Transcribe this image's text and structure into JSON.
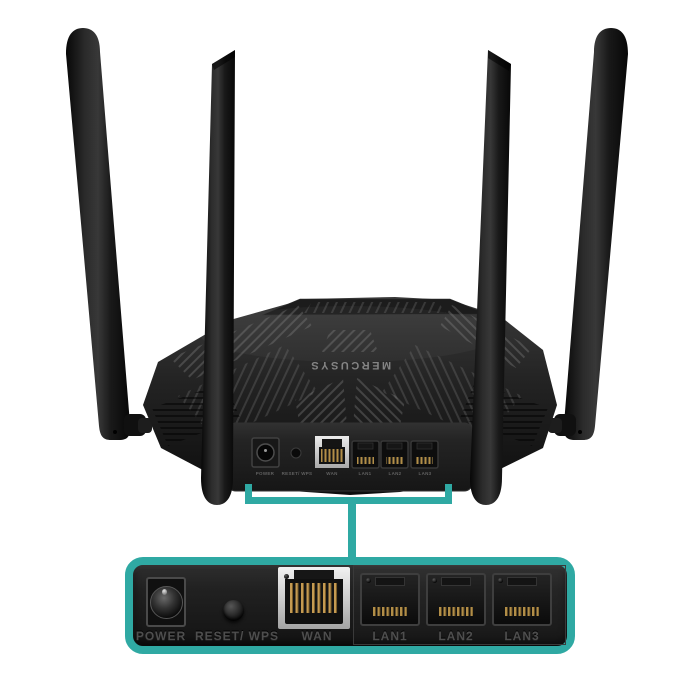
{
  "image_type": "router-product-photo",
  "router": {
    "logo_text": "MERCUSYS"
  },
  "colors": {
    "accent_teal": "#2fa9a3",
    "body_black": "#1a1a1a",
    "pin_gold": "#b28e48",
    "label_gray": "#4e4e4e"
  },
  "callout": {
    "ports": [
      {
        "label": "POWER"
      },
      {
        "label": "RESET/ WPS"
      },
      {
        "label": "WAN"
      },
      {
        "label": "LAN1"
      },
      {
        "label": "LAN2"
      },
      {
        "label": "LAN3"
      }
    ]
  }
}
